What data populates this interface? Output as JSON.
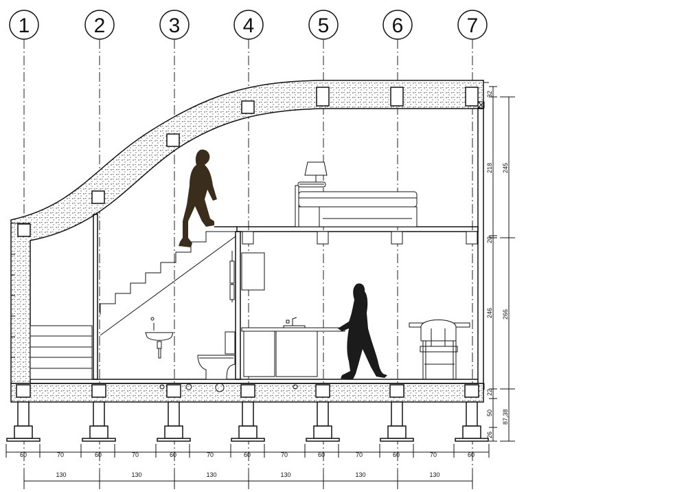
{
  "grid_lines": [
    "1",
    "2",
    "3",
    "4",
    "5",
    "6",
    "7"
  ],
  "dims_bottom_row1": [
    "60",
    "70",
    "60",
    "70",
    "60",
    "70",
    "60",
    "70",
    "60",
    "70",
    "60",
    "70",
    "60"
  ],
  "dims_bottom_row2": [
    "130",
    "130",
    "130",
    "130",
    "130",
    "130"
  ],
  "dims_right_inner": [
    "32",
    "218",
    "20",
    "246",
    "22",
    "50",
    "26"
  ],
  "dims_right_outer": [
    "245",
    "266",
    "87,38"
  ],
  "colors": {
    "line": "#111111",
    "silhouette": "#1b1b1b",
    "man": "#3b2d1c",
    "axis": "#222222"
  }
}
